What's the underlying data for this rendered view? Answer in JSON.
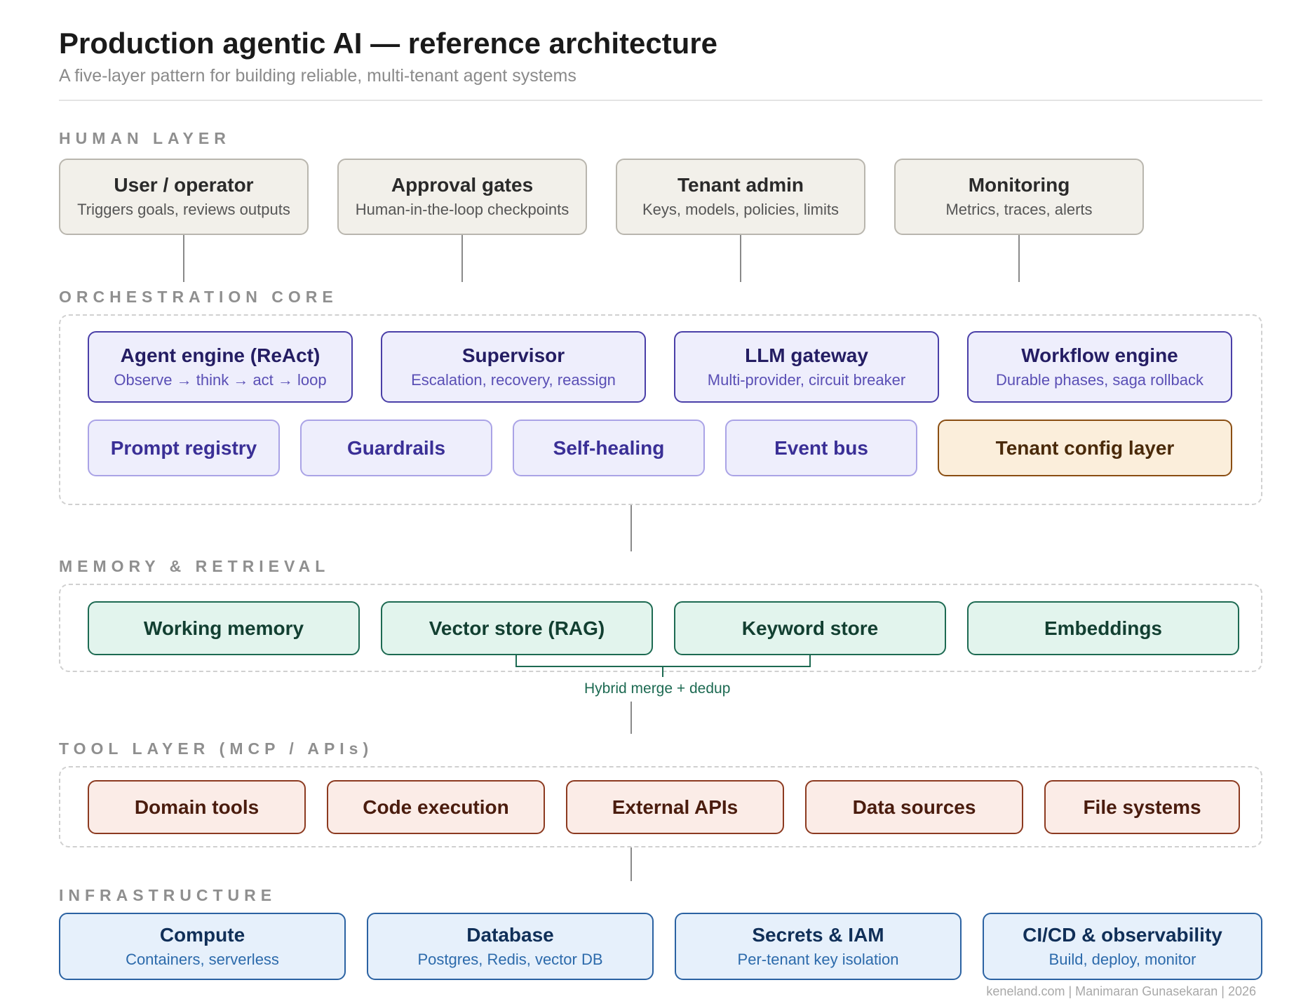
{
  "header": {
    "title": "Production agentic AI — reference architecture",
    "subtitle": "A five-layer pattern for building reliable, multi-tenant agent systems"
  },
  "layers": {
    "human": {
      "label": "HUMAN LAYER",
      "items": [
        {
          "title": "User / operator",
          "desc": "Triggers goals, reviews outputs"
        },
        {
          "title": "Approval gates",
          "desc": "Human-in-the-loop checkpoints"
        },
        {
          "title": "Tenant admin",
          "desc": "Keys, models, policies, limits"
        },
        {
          "title": "Monitoring",
          "desc": "Metrics, traces, alerts"
        }
      ]
    },
    "orchestration": {
      "label": "ORCHESTRATION CORE",
      "primary": [
        {
          "title": "Agent engine (ReAct)",
          "desc": "Observe → think → act → loop"
        },
        {
          "title": "Supervisor",
          "desc": "Escalation, recovery, reassign"
        },
        {
          "title": "LLM gateway",
          "desc": "Multi-provider, circuit breaker"
        },
        {
          "title": "Workflow engine",
          "desc": "Durable phases, saga rollback"
        }
      ],
      "secondary": [
        {
          "title": "Prompt registry"
        },
        {
          "title": "Guardrails"
        },
        {
          "title": "Self-healing"
        },
        {
          "title": "Event bus"
        },
        {
          "title": "Tenant config layer"
        }
      ]
    },
    "memory": {
      "label": "MEMORY & RETRIEVAL",
      "items": [
        {
          "title": "Working memory"
        },
        {
          "title": "Vector store (RAG)"
        },
        {
          "title": "Keyword store"
        },
        {
          "title": "Embeddings"
        }
      ],
      "merge_label": "Hybrid merge + dedup"
    },
    "tools": {
      "label": "TOOL LAYER (MCP / APIs)",
      "items": [
        {
          "title": "Domain tools"
        },
        {
          "title": "Code execution"
        },
        {
          "title": "External APIs"
        },
        {
          "title": "Data sources"
        },
        {
          "title": "File systems"
        }
      ]
    },
    "infrastructure": {
      "label": "INFRASTRUCTURE",
      "items": [
        {
          "title": "Compute",
          "desc": "Containers, serverless"
        },
        {
          "title": "Database",
          "desc": "Postgres, Redis, vector DB"
        },
        {
          "title": "Secrets & IAM",
          "desc": "Per-tenant key isolation"
        },
        {
          "title": "CI/CD & observability",
          "desc": "Build, deploy, monitor"
        }
      ]
    }
  },
  "footer": {
    "credit": "keneland.com | Manimaran Gunasekaran | 2026"
  },
  "colors": {
    "human": "#f2f0ea",
    "orchestration": "#eeeefc",
    "tenant_config": "#fbeedb",
    "memory": "#e2f4ed",
    "tools": "#fbece7",
    "infrastructure": "#e6f0fb"
  }
}
